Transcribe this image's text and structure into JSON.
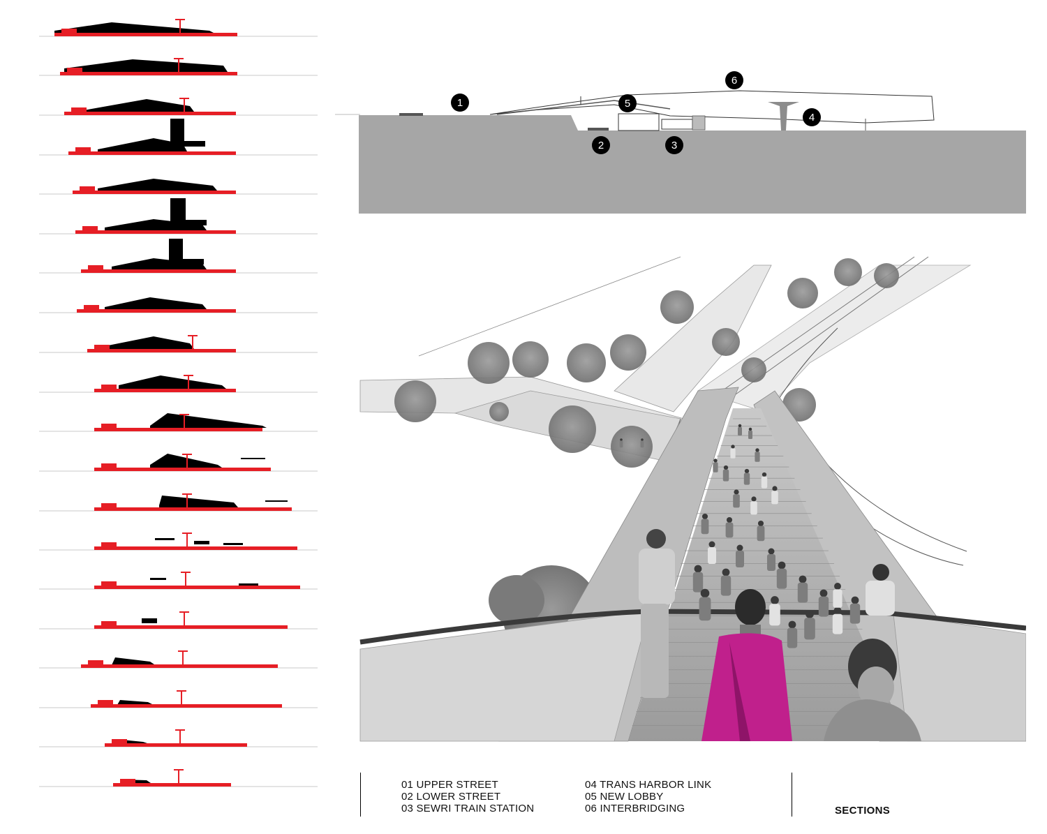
{
  "colors": {
    "red": "#e61e25",
    "black": "#000000",
    "ground_gray": "#a6a6a6",
    "deck_gray": "#c4c4c4",
    "sari_magenta": "#c0208c"
  },
  "main_section": {
    "markers": [
      {
        "number": "1"
      },
      {
        "number": "2"
      },
      {
        "number": "3"
      },
      {
        "number": "4"
      },
      {
        "number": "5"
      },
      {
        "number": "6"
      }
    ]
  },
  "legend": {
    "items": [
      "01 UPPER STREET",
      "02 LOWER STREET",
      "03 SEWRI TRAIN STATION",
      "04 TRANS HARBOR LINK",
      "05 NEW LOBBY",
      "06 INTERBRIDGING"
    ],
    "title": "SECTIONS"
  }
}
